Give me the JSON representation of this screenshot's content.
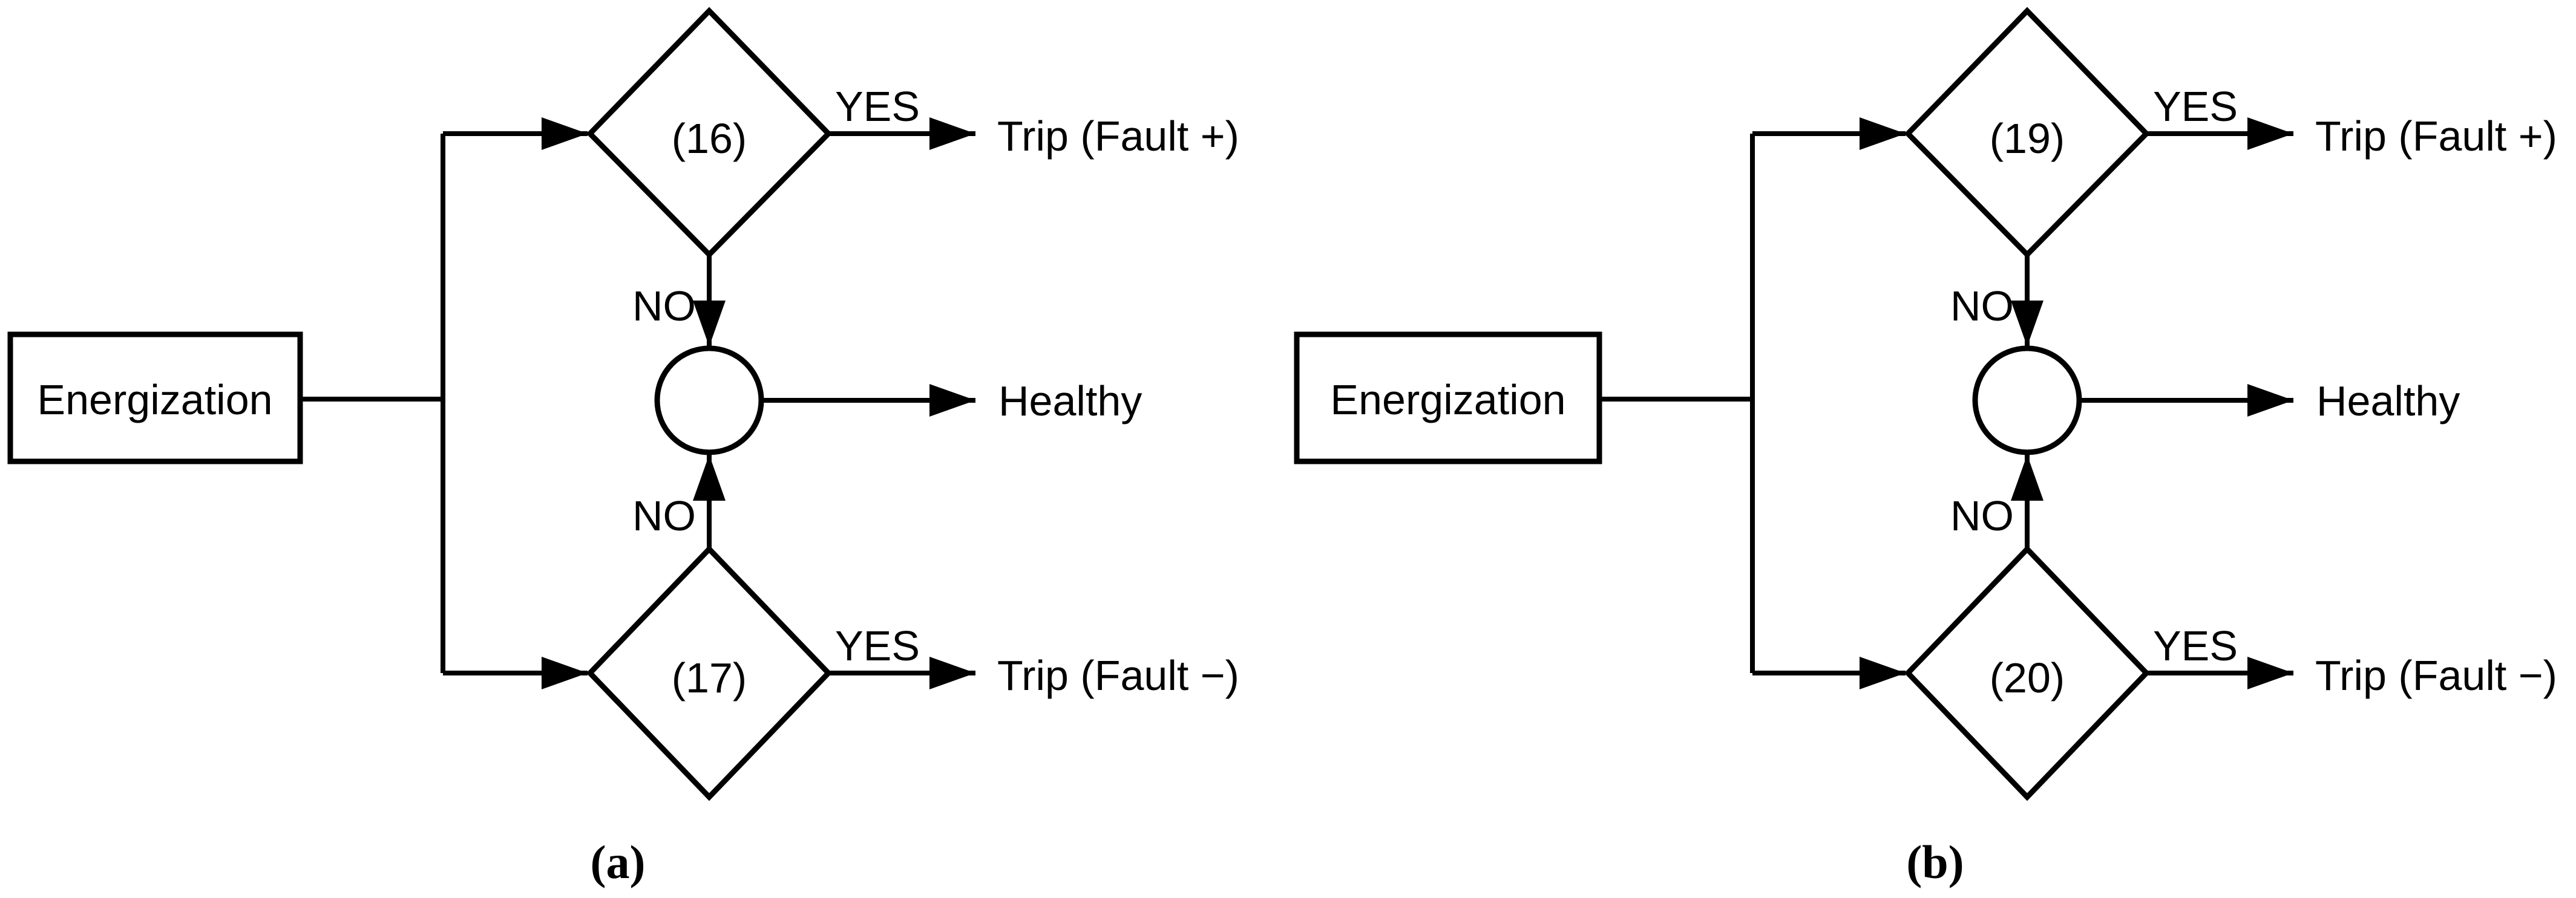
{
  "figure": {
    "background_color": "#ffffff",
    "line_color": "#000000",
    "diagrams": [
      {
        "id": "a",
        "caption": "(a)",
        "start_label": "Energization",
        "decision_top_label": "(16)",
        "decision_bottom_label": "(17)",
        "yes_top_label": "YES",
        "yes_bottom_label": "YES",
        "no_top_label": "NO",
        "no_bottom_label": "NO",
        "trip_positive_label": "Trip (Fault +)",
        "trip_negative_label": "Trip (Fault −)",
        "healthy_label": "Healthy"
      },
      {
        "id": "b",
        "caption": "(b)",
        "start_label": "Energization",
        "decision_top_label": "(19)",
        "decision_bottom_label": "(20)",
        "yes_top_label": "YES",
        "yes_bottom_label": "YES",
        "no_top_label": "NO",
        "no_bottom_label": "NO",
        "trip_positive_label": "Trip (Fault +)",
        "trip_negative_label": "Trip (Fault −)",
        "healthy_label": "Healthy"
      }
    ]
  }
}
